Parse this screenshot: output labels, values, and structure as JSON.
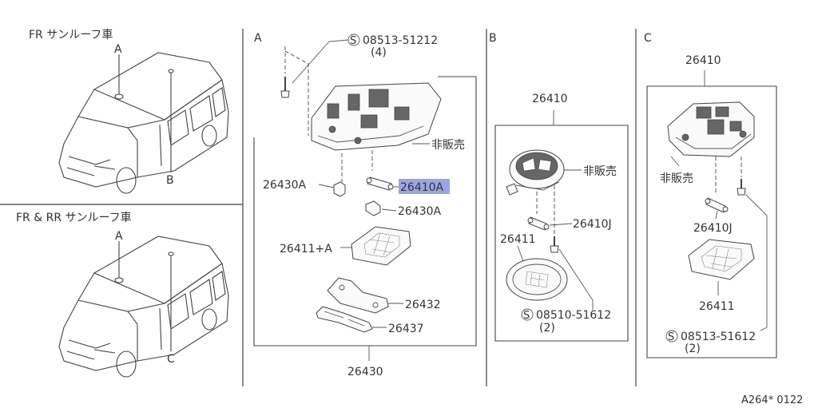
{
  "colors": {
    "line": "#444444",
    "text": "#333333",
    "highlight": "#9aa6e4",
    "background": "#ffffff"
  },
  "left": {
    "top_title": "FR サンルーフ車",
    "top_callouts": [
      "A",
      "B"
    ],
    "bottom_title": "FR & RR サンルーフ車",
    "bottom_callouts": [
      "A",
      "C"
    ]
  },
  "sectionA": {
    "label": "A",
    "screw_ref": "08513-51212",
    "screw_qty": "(4)",
    "not_sold": "非販売",
    "bulb_a1": "26430A",
    "lamp_highlight": "26410A",
    "bulb_a2": "26430A",
    "lens": "26411+A",
    "bracket": "26432",
    "retainer": "26437",
    "assembly": "26430"
  },
  "sectionB": {
    "label": "B",
    "assembly": "26410",
    "not_sold": "非販売",
    "bulb": "26410J",
    "lens": "26411",
    "screw_ref": "08510-51612",
    "screw_qty": "(2)"
  },
  "sectionC": {
    "label": "C",
    "assembly": "26410",
    "not_sold": "非販売",
    "bulb": "26410J",
    "lens": "26411",
    "screw_ref": "08513-51612",
    "screw_qty": "(2)"
  },
  "footer": {
    "ref": "A264* 0122"
  }
}
